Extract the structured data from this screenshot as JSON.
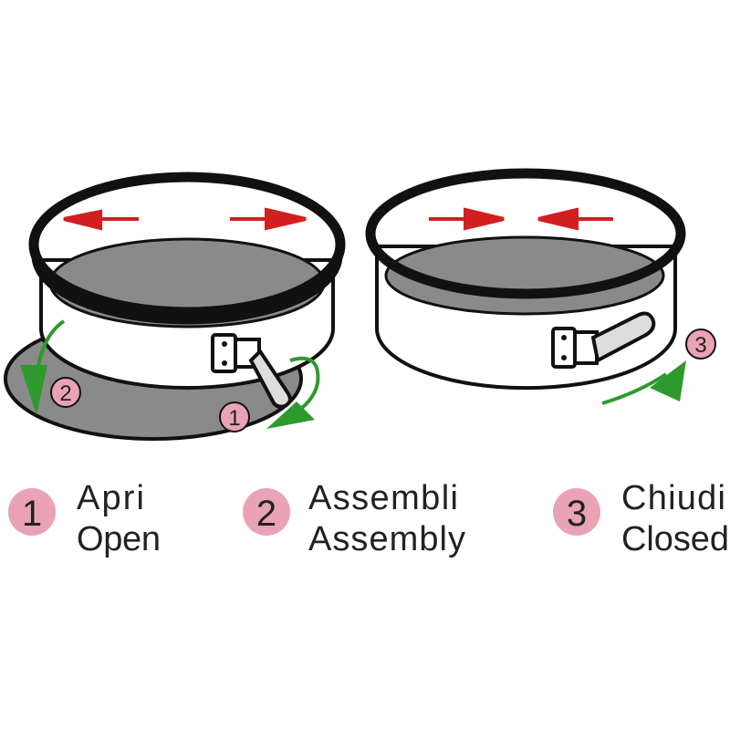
{
  "colors": {
    "badge": "#e9a3b4",
    "arrow_red": "#d21f1f",
    "arrow_green": "#2e9a2e",
    "base_gray": "#8a8a8a",
    "outline": "#111111"
  },
  "diagram_badges": [
    "1",
    "2",
    "3"
  ],
  "steps": [
    {
      "number": "1",
      "label_it": "Apri",
      "label_en": "Open"
    },
    {
      "number": "2",
      "label_it": "Assembli",
      "label_en": "Assembly"
    },
    {
      "number": "3",
      "label_it": "Chiudi",
      "label_en": "Closed"
    }
  ]
}
